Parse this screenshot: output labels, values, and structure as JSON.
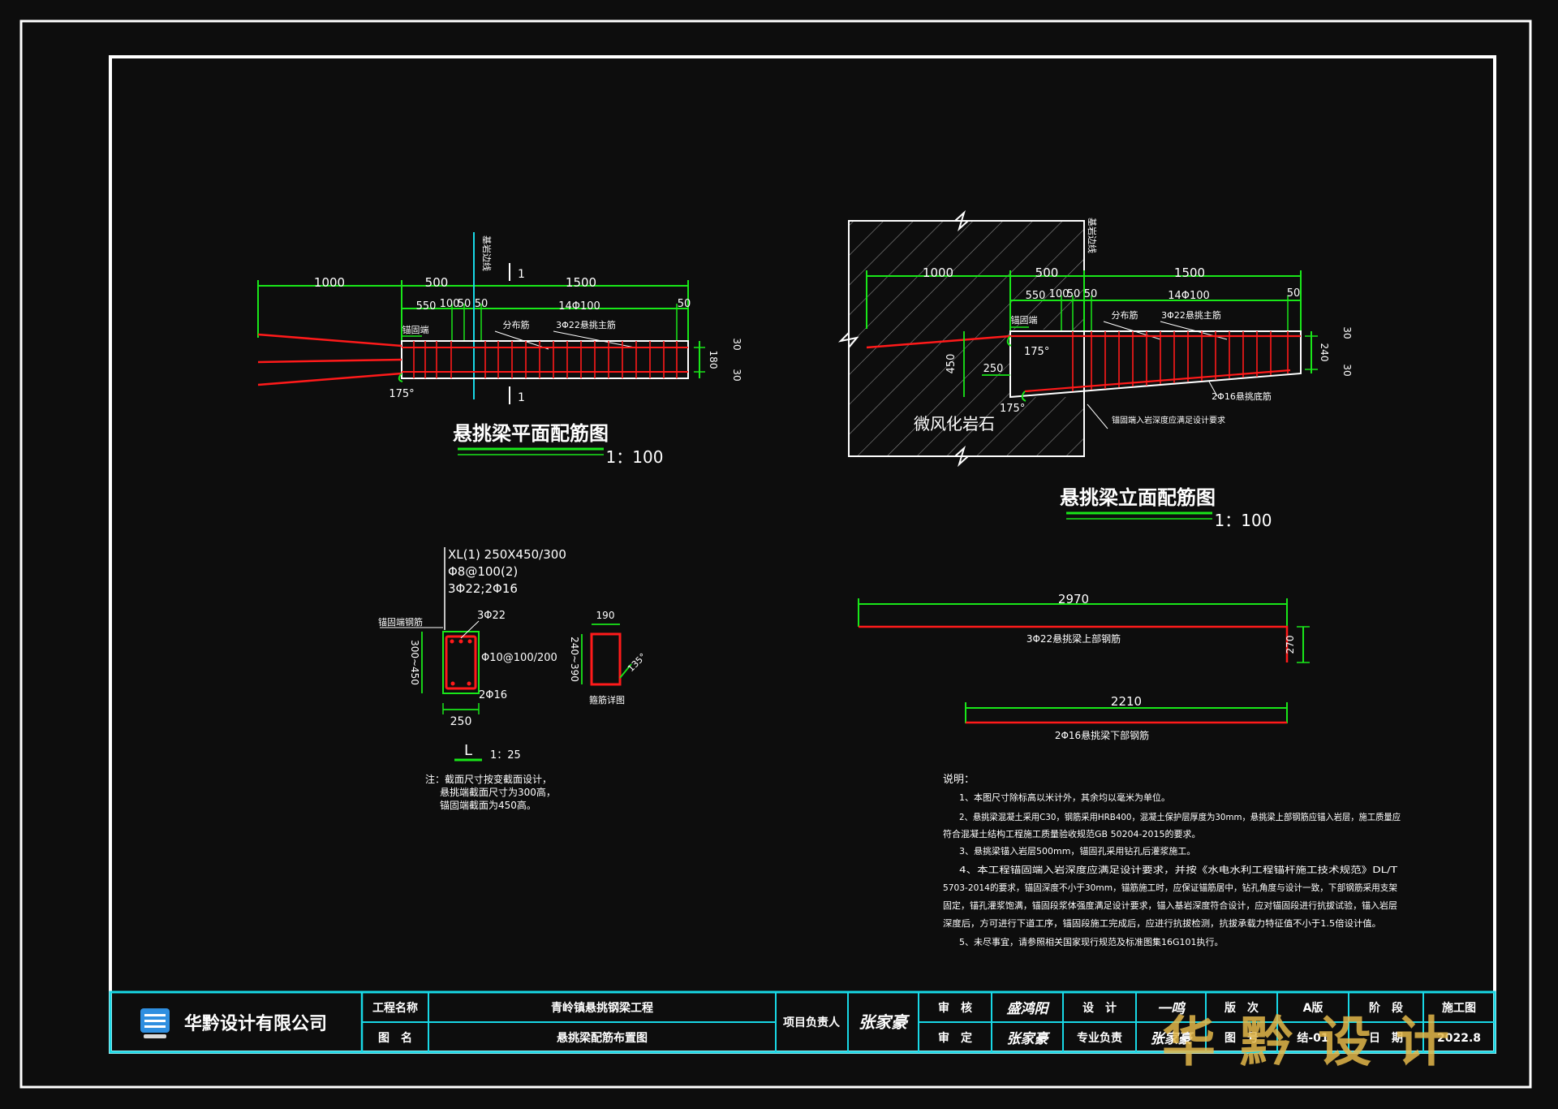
{
  "colors": {
    "background": "#0d0d0d",
    "frame": "#ffffff",
    "dimension": "#19e619",
    "rebar": "#ff1a1a",
    "titleblock": "#18d8e6",
    "watermark": "#e3b74a"
  },
  "plan_view": {
    "dims_top": [
      "1000",
      "500",
      "1500"
    ],
    "dims_sub": [
      "550",
      "100",
      "50",
      "50",
      "14Φ100",
      "50"
    ],
    "section_mark": "1",
    "right_dims": [
      "30",
      "180",
      "30"
    ],
    "angle": "175°",
    "label_a": "锚固端",
    "label_b": "分布筋",
    "label_c": "3Φ22悬挑主筋",
    "axis_label": "基岩边线",
    "title": "悬挑梁平面配筋图",
    "scale": "1：100"
  },
  "elevation_view": {
    "dims_top": [
      "1000",
      "500",
      "1500"
    ],
    "dims_sub": [
      "550",
      "100",
      "50",
      "50",
      "14Φ100",
      "50"
    ],
    "right_dims": [
      "30",
      "240",
      "30"
    ],
    "left_dims": [
      "450",
      "250"
    ],
    "angle_top": "175°",
    "angle_bottom": "175°",
    "label_a": "锚固端",
    "label_b": "分布筋",
    "label_c": "3Φ22悬挑主筋",
    "label_d": "2Φ16悬挑底筋",
    "note": "锚固端入岩深度应满足设计要求",
    "rock_label": "微风化岩石",
    "axis_label": "基岩边线",
    "title": "悬挑梁立面配筋图",
    "scale": "1：100"
  },
  "section_view": {
    "spec_lines": [
      "XL(1) 250X450/300",
      "Φ8@100(2)",
      "3Φ22;2Φ16"
    ],
    "label_top": "3Φ22",
    "label_bottom": "2Φ16",
    "label_stirrup": "Φ10@100/200",
    "label_left": "锚固端钢筋",
    "height_dim": "300~450",
    "width_dim": "250",
    "small_width": "190",
    "small_height": "240~390",
    "small_angle": "135°",
    "small_label": "箍筋详图",
    "mark": "L",
    "scale": "1：25",
    "notes": [
      "注：截面尺寸按变截面设计，",
      "悬挑端截面尺寸为300高，",
      "锚固端截面为450高。"
    ]
  },
  "rebar_details": {
    "bar1_length": "2970",
    "bar1_label": "3Φ22悬挑梁上部钢筋",
    "bar1_hook": "270",
    "bar2_length": "2210",
    "bar2_label": "2Φ16悬挑梁下部钢筋"
  },
  "notes": {
    "heading": "说明：",
    "lines": [
      "1、本图尺寸除标高以米计外，其余均以毫米为单位。",
      "2、悬挑梁混凝土采用C30，钢筋采用HRB400，混凝土保护层厚度为30mm，悬挑梁上部钢筋应锚入岩层，施工质量应",
      "符合混凝土结构工程施工质量验收规范GB 50204-2015的要求。",
      "3、悬挑梁锚入岩层500mm，锚固孔采用钻孔后灌浆施工。",
      "4、本工程锚固端入岩深度应满足设计要求，并按《水电水利工程锚杆施工技术规范》DL/T",
      "5703-2014的要求，锚固深度不小于30mm，锚筋施工时，应保证锚筋居中，钻孔角度与设计一致，下部钢筋采用支架",
      "固定，锚孔灌浆饱满，锚固段浆体强度满足设计要求，锚入基岩深度符合设计，应对锚固段进行抗拔试验，锚入岩层",
      "深度后，方可进行下道工序，锚固段施工完成后，应进行抗拔检测，抗拔承载力特征值不小于1.5倍设计值。",
      "5、未尽事宜，请参照相关国家现行规范及标准图集16G101执行。"
    ]
  },
  "titleblock": {
    "company": "华黔设计有限公司",
    "project_label": "工程名称",
    "project_name": "青岭镇悬挑钢梁工程",
    "drawing_label": "图　名",
    "drawing_name": "悬挑梁配筋布置图",
    "lead_label": "项目负责人",
    "lead_sign": "张家豪",
    "review_label": "审　核",
    "review_sign": "盛鸿阳",
    "approve_label": "审　定",
    "approve_sign": "张家豪",
    "design_label": "设　计",
    "design_sign": "一鸣",
    "pro_label": "专业负责",
    "pro_sign": "张家豪",
    "edition_label": "版　次",
    "edition_value": "A版",
    "number_label": "图　号",
    "number_value": "结-01",
    "stage_label": "阶　段",
    "stage_value": "施工图",
    "date_label": "日　期",
    "date_value": "2022.8"
  },
  "watermark": "华黔设计"
}
